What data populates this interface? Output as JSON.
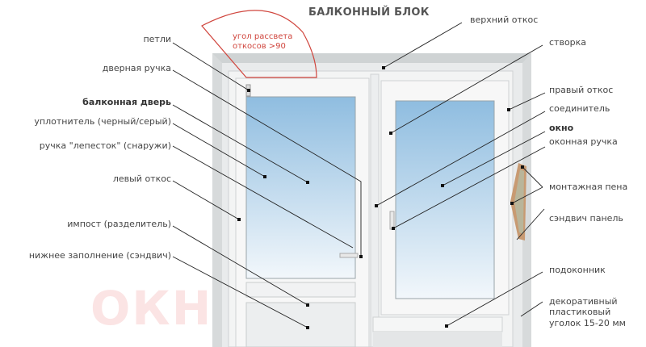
{
  "title": "БАЛКОННЫЙ БЛОК",
  "angle_note": [
    "угол рассвета",
    "откосов >90"
  ],
  "watermark": "ОКНА",
  "left_labels": [
    {
      "text": "петли",
      "bold": false
    },
    {
      "text": "дверная ручка",
      "bold": false
    },
    {
      "text": "балконная дверь",
      "bold": true
    },
    {
      "text": "уплотнитель (черный/серый)",
      "bold": false
    },
    {
      "text": "ручка \"лепесток\" (снаружи)",
      "bold": false
    },
    {
      "text": "левый откос",
      "bold": false
    },
    {
      "text": "импост (разделитель)",
      "bold": false
    },
    {
      "text": "нижнее заполнение (сэндвич)",
      "bold": false
    }
  ],
  "right_labels": [
    {
      "text": "верхний откос",
      "bold": false
    },
    {
      "text": "створка",
      "bold": false
    },
    {
      "text": "правый откос",
      "bold": false
    },
    {
      "text": "соединитель",
      "bold": false
    },
    {
      "text": "окно",
      "bold": true
    },
    {
      "text": "оконная ручка",
      "bold": false
    },
    {
      "text": "монтажная пена",
      "bold": false
    },
    {
      "text": "сэндвич панель",
      "bold": false
    },
    {
      "text": "подоконник",
      "bold": false
    },
    {
      "text": "декоративный",
      "bold": false
    },
    {
      "text": "пластиковый",
      "bold": false
    },
    {
      "text": "уголок 15-20 мм",
      "bold": false
    }
  ],
  "colors": {
    "accent": "#d0453d",
    "text": "#444444",
    "glass_top": "#8fbde0",
    "glass_bottom": "#eef5fa"
  }
}
